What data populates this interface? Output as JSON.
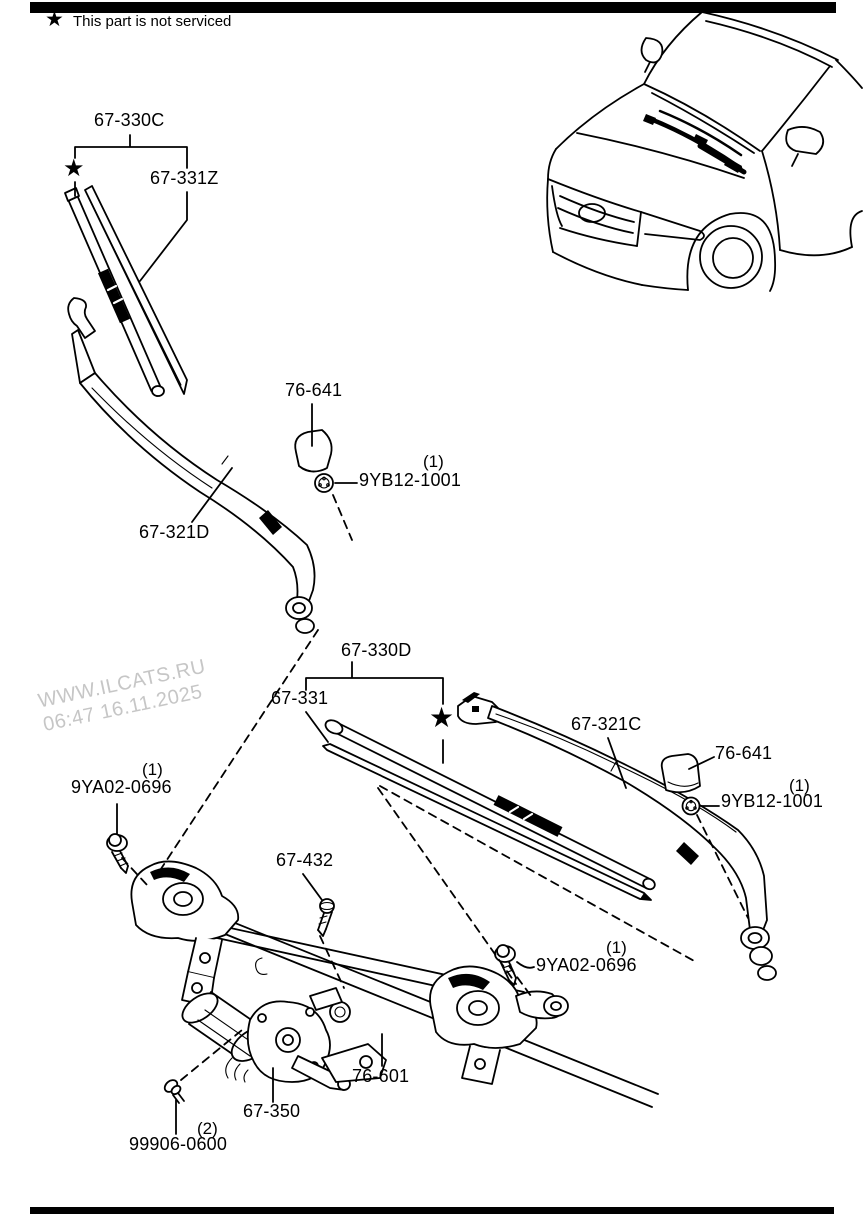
{
  "legend": {
    "star": "★",
    "text": "This part is not serviced"
  },
  "watermark": {
    "line1": "WWW.ILCATS.RU",
    "line2": "06:47 16.11.2025"
  },
  "icons": {
    "star": "★"
  },
  "colors": {
    "ink": "#000000",
    "watermark_gray": "#c6c6c6"
  },
  "parts": {
    "blade_left": {
      "code": "67-330C"
    },
    "refill_left": {
      "code": "67-331Z"
    },
    "arm_left": {
      "code": "67-321D"
    },
    "cap_left": {
      "code": "76-641"
    },
    "nut_left": {
      "code": "9YB12-1001",
      "qty": "(1)"
    },
    "bolt_left": {
      "code": "9YA02-0696",
      "qty": "(1)"
    },
    "blade_right": {
      "code": "67-330D"
    },
    "refill_right": {
      "code": "67-331"
    },
    "arm_right": {
      "code": "67-321C"
    },
    "cap_right": {
      "code": "76-641"
    },
    "nut_right": {
      "code": "9YB12-1001",
      "qty": "(1)"
    },
    "bolt_right": {
      "code": "9YA02-0696",
      "qty": "(1)"
    },
    "link_screw": {
      "code": "67-432"
    },
    "link": {
      "code": "76-601"
    },
    "motor": {
      "code": "67-350"
    },
    "motor_screw": {
      "code": "99906-0600",
      "qty": "(2)"
    }
  }
}
